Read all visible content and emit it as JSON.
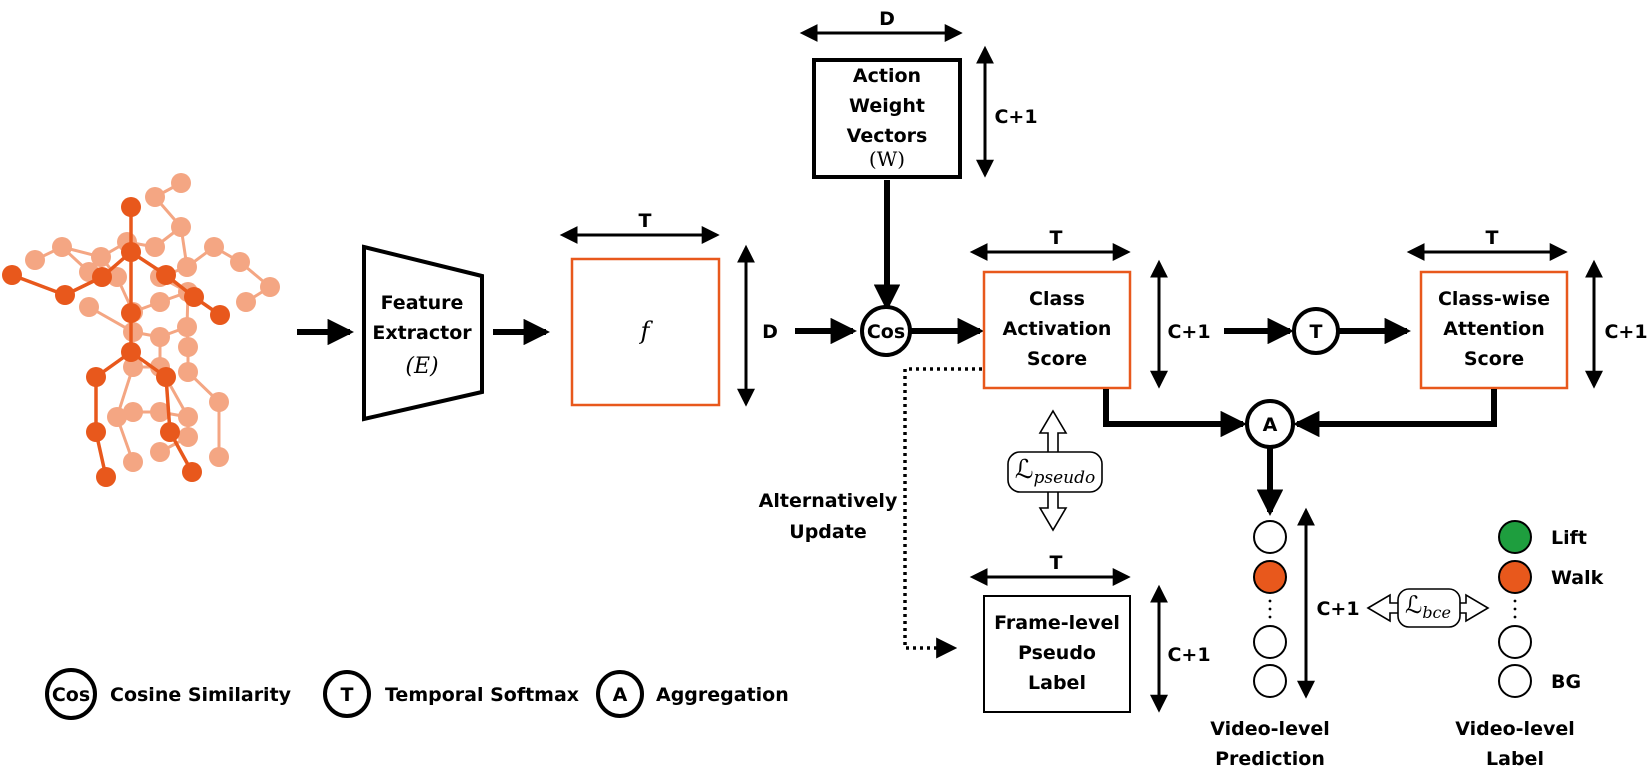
{
  "colors": {
    "accent": "#e8581c",
    "accent_light": "#f4a683",
    "green": "#1e9e3e",
    "ink": "#000000",
    "paper": "#ffffff"
  },
  "feature_extractor": {
    "line1": "Feature",
    "line2": "Extractor",
    "symbol": "(E)"
  },
  "feature_map": {
    "symbol": "f",
    "dim_top": "T",
    "dim_side": "D"
  },
  "weights": {
    "dim_top": "D",
    "line1": "Action",
    "line2": "Weight",
    "line3": "Vectors",
    "symbol": "(W)",
    "dim_side": "C+1"
  },
  "ops": {
    "cos": "Cos",
    "temporal": "T",
    "aggregation": "A"
  },
  "cas": {
    "dim_top": "T",
    "line1": "Class",
    "line2": "Activation",
    "line3": "Score",
    "dim_side": "C+1"
  },
  "attention": {
    "dim_top": "T",
    "line1": "Class-wise",
    "line2": "Attention",
    "line3": "Score",
    "dim_side": "C+1"
  },
  "pseudo_label": {
    "dim_top": "T",
    "line1": "Frame-level",
    "line2": "Pseudo",
    "line3": "Label",
    "dim_side": "C+1"
  },
  "alt_update": {
    "line1": "Alternatively",
    "line2": "Update"
  },
  "loss_pseudo": {
    "base": "ℒ",
    "sub": "pseudo"
  },
  "loss_bce": {
    "base": "ℒ",
    "sub": "bce"
  },
  "prediction": {
    "dim_side": "C+1",
    "caption1": "Video-level",
    "caption2": "Prediction"
  },
  "video_label": {
    "caption1": "Video-level",
    "caption2": "Label",
    "classes": [
      {
        "name": "Lift",
        "color": "#1e9e3e"
      },
      {
        "name": "Walk",
        "color": "#e8581c"
      },
      {
        "name": "BG",
        "color": "#ffffff"
      }
    ]
  },
  "legend": [
    {
      "symbol": "Cos",
      "text": "Cosine Similarity"
    },
    {
      "symbol": "T",
      "text": "Temporal Softmax"
    },
    {
      "symbol": "A",
      "text": "Aggregation"
    }
  ]
}
